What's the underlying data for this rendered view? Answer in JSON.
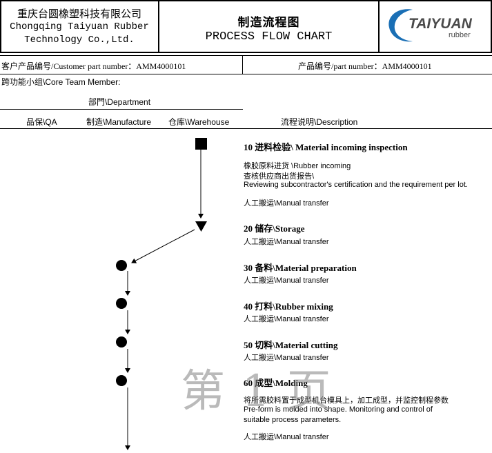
{
  "header": {
    "company_cn": "重庆台圆橡塑科技有限公司",
    "company_en_1": "Chongqing Taiyuan Rubber",
    "company_en_2": "Technology Co.,Ltd.",
    "title_cn": "制造流程图",
    "title_en": "PROCESS FLOW CHART",
    "logo_word": "TAIYUAN",
    "logo_sub": "rubber"
  },
  "info": {
    "customer_part": "客户产品编号/Customer part number：AMM4000101",
    "part_number": "产品编号/part number：AMM4000101",
    "core_team": "跨功能小组\\Core Team Member:",
    "department": "部門\\Department",
    "col_qa": "品保\\QA",
    "col_manufacture": "制造\\Manufacture",
    "col_warehouse": "仓库\\Warehouse",
    "col_description": "流程说明\\Description"
  },
  "steps": [
    {
      "title": "10 进料检验\\ Material incoming inspection",
      "lines": [
        "橡胶原料进货 \\Rubber incoming",
        "查核供应商出货报告\\",
        "Reviewing subcontractor's certification and the requirement per lot."
      ],
      "transfer": "人工搬运\\Manual transfer"
    },
    {
      "title": "20 储存\\Storage",
      "transfer": "人工搬运\\Manual transfer"
    },
    {
      "title": "30 备料\\Material preparation",
      "transfer": "人工搬运\\Manual transfer"
    },
    {
      "title": "40 打料\\Rubber mixing",
      "transfer": "人工搬运\\Manual transfer"
    },
    {
      "title": "50 切料\\Material cutting",
      "transfer": "人工搬运\\Manual transfer"
    },
    {
      "title": "60 成型\\Molding",
      "lines": [
        "将所需胶料置于成型机台模具上，加工成型，并监控制程参数",
        "Pre-form is molded into shape. Monitoring and control of",
        "suitable process parameters."
      ],
      "transfer": "人工搬运\\Manual transfer"
    }
  ],
  "watermark": "第 1 页",
  "colors": {
    "logo_blue": "#1a6fb5",
    "logo_dark": "#4a4a4a"
  }
}
